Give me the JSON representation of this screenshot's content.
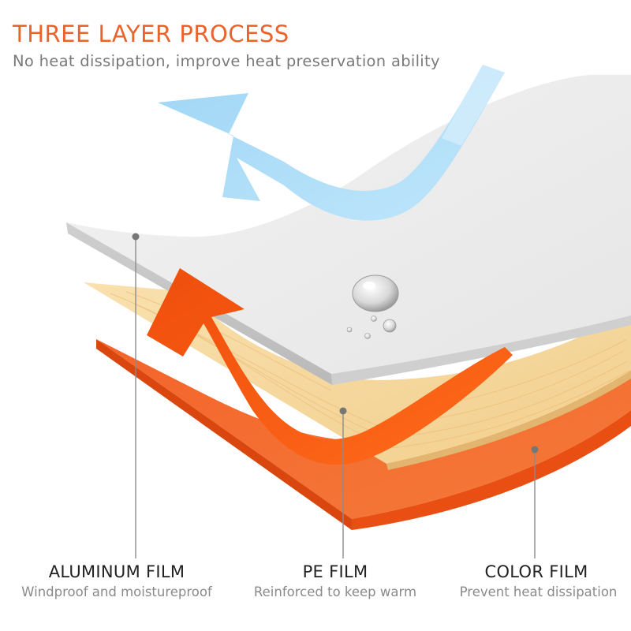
{
  "header": {
    "title": "THREE LAYER PROCESS",
    "subtitle": "No heat dissipation, improve heat preservation ability"
  },
  "layers": [
    {
      "name": "ALUMINUM FILM",
      "description": "Windproof and moistureproof",
      "color": "#e9e9e9"
    },
    {
      "name": "PE FILM",
      "description": "Reinforced to keep warm",
      "color": "#f7d79e"
    },
    {
      "name": "COLOR FILM",
      "description": "Prevent heat dissipation",
      "color": "#f26a22"
    }
  ],
  "colors": {
    "title": "#e8642a",
    "cold_arrow": "#a6dcf7",
    "hot_arrow": "#f05510",
    "leader_line": "#8c8c8c"
  },
  "icons": [
    "cold-air-arrow-icon",
    "warm-air-arrow-icon",
    "water-droplet-icon"
  ]
}
